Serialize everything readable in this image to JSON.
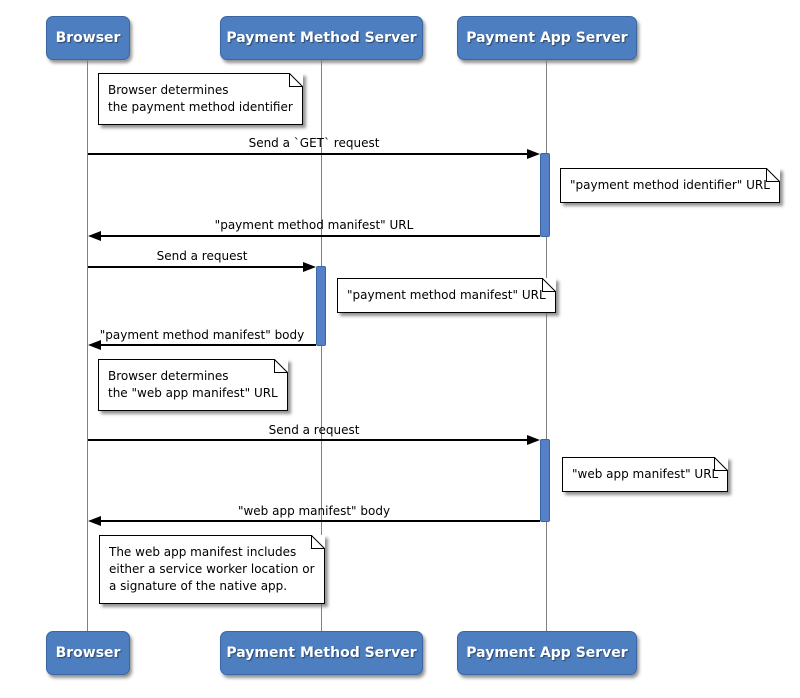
{
  "diagram": {
    "type": "uml-sequence-diagram",
    "background_color": "#ffffff",
    "actor_fill_color": "#4c7ec0",
    "actor_border_color": "#3a67a4",
    "actor_text_color": "#ffffff",
    "lifeline_color": "#808080",
    "activation_fill_color": "#557fc6",
    "arrow_color": "#000000",
    "note_fill_color": "#ffffff",
    "note_border_color": "#000000"
  },
  "actors": [
    {
      "label": "Browser"
    },
    {
      "label": "Payment Method Server"
    },
    {
      "label": "Payment App Server"
    }
  ],
  "messages": [
    {
      "label": "Send a `GET` request",
      "from": "Browser",
      "to": "Payment App Server",
      "direction": "right"
    },
    {
      "label": "\"payment method manifest\" URL",
      "from": "Payment App Server",
      "to": "Browser",
      "direction": "left"
    },
    {
      "label": "Send a request",
      "from": "Browser",
      "to": "Payment Method Server",
      "direction": "right"
    },
    {
      "label": "\"payment method manifest\" body",
      "from": "Payment Method Server",
      "to": "Browser",
      "direction": "left"
    },
    {
      "label": "Send a request",
      "from": "Browser",
      "to": "Payment App Server",
      "direction": "right"
    },
    {
      "label": "\"web app manifest\" body",
      "from": "Payment App Server",
      "to": "Browser",
      "direction": "left"
    }
  ],
  "notes": [
    {
      "anchor": "Browser",
      "lines": [
        "Browser determines",
        "the payment method identifier"
      ]
    },
    {
      "anchor": "Payment App Server",
      "lines": [
        "\"payment method identifier\" URL"
      ]
    },
    {
      "anchor": "Payment Method Server",
      "lines": [
        "\"payment method manifest\" URL"
      ]
    },
    {
      "anchor": "Browser",
      "lines": [
        "Browser determines",
        "the \"web app manifest\" URL"
      ]
    },
    {
      "anchor": "Payment App Server",
      "lines": [
        "\"web app manifest\" URL"
      ]
    },
    {
      "anchor": "Browser",
      "lines": [
        "The web app manifest includes",
        "either a service worker location or",
        "a signature of the native app."
      ]
    }
  ]
}
